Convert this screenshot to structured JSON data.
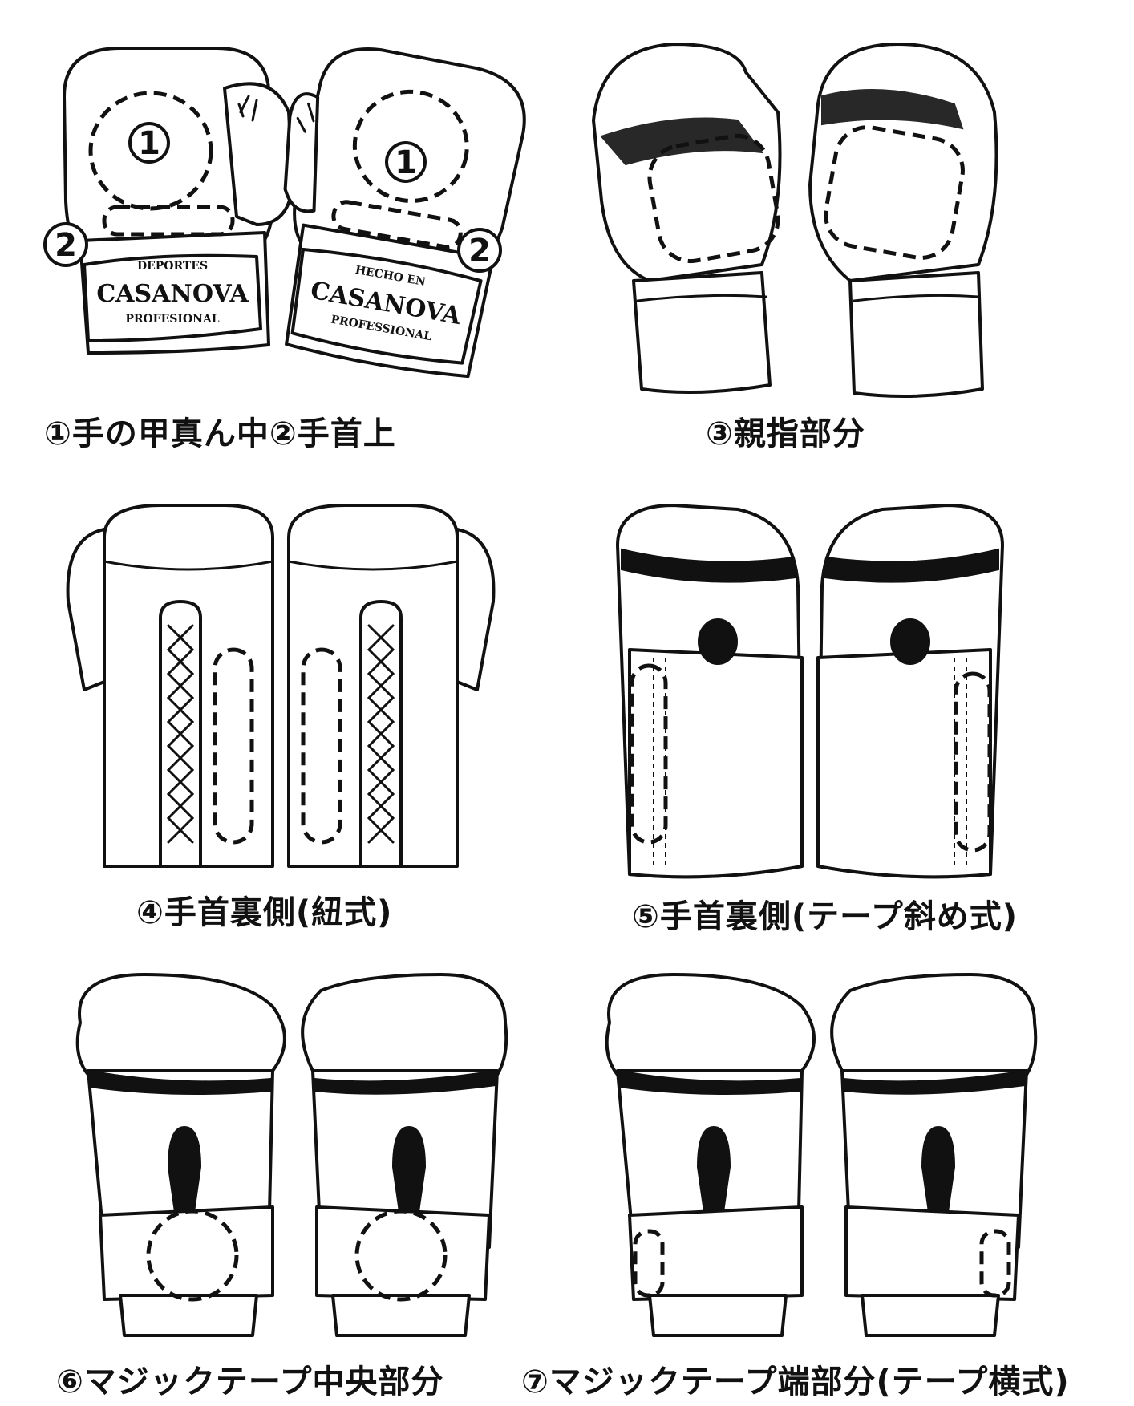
{
  "captions": {
    "p1": "①手の甲真ん中②手首上",
    "p3": "③親指部分",
    "p4": "④手首裏側(紐式)",
    "p5": "⑤手首裏側(テープ斜め式)",
    "p6": "⑥マジックテープ中央部分",
    "p7": "⑦マジックテープ端部分(テープ横式)"
  },
  "markers": {
    "one": "1",
    "two": "2"
  },
  "logo_left": {
    "top": "DEPORTES",
    "brand": "CASANOVA",
    "bottom": "PROFESIONAL"
  },
  "logo_right": {
    "top": "HECHO EN",
    "brand": "CASANOVA",
    "bottom": "PROFESSIONAL"
  }
}
